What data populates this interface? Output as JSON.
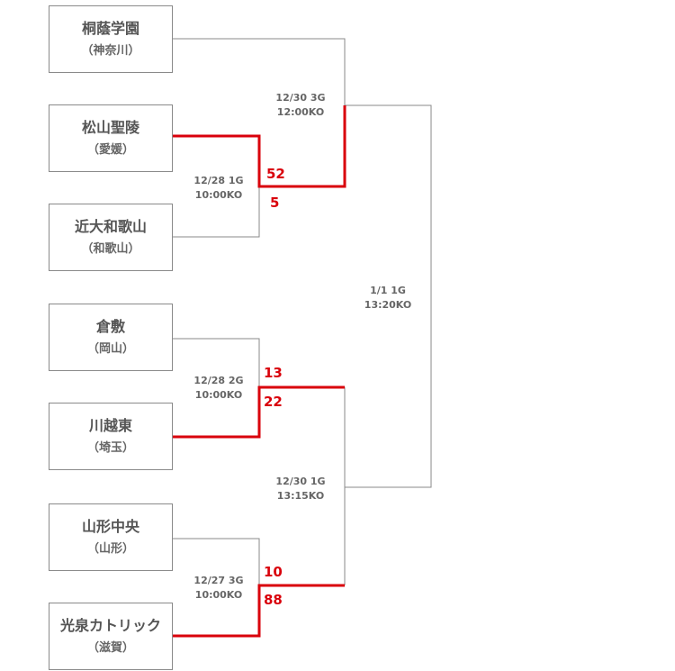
{
  "teams": [
    {
      "name": "桐蔭学園",
      "pref": "（神奈川）"
    },
    {
      "name": "松山聖陵",
      "pref": "（愛媛）"
    },
    {
      "name": "近大和歌山",
      "pref": "（和歌山）"
    },
    {
      "name": "倉敷",
      "pref": "（岡山）"
    },
    {
      "name": "川越東",
      "pref": "（埼玉）"
    },
    {
      "name": "山形中央",
      "pref": "（山形）"
    },
    {
      "name": "光泉カトリック",
      "pref": "（滋賀）"
    }
  ],
  "matches": {
    "r1a": {
      "date": "12/28 1G",
      "time": "10:00KO",
      "score_top": "52",
      "score_bottom": "5"
    },
    "r1b": {
      "date": "12/28 2G",
      "time": "10:00KO",
      "score_top": "13",
      "score_bottom": "22"
    },
    "r1c": {
      "date": "12/27 3G",
      "time": "10:00KO",
      "score_top": "10",
      "score_bottom": "88"
    },
    "qf_top": {
      "date": "12/30 3G",
      "time": "12:00KO"
    },
    "qf_bottom": {
      "date": "12/30 1G",
      "time": "13:15KO"
    },
    "sf": {
      "date": "1/1 1G",
      "time": "13:20KO"
    }
  },
  "colors": {
    "line": "#8a8a8a",
    "winner": "#d9000b",
    "text": "#555555"
  }
}
